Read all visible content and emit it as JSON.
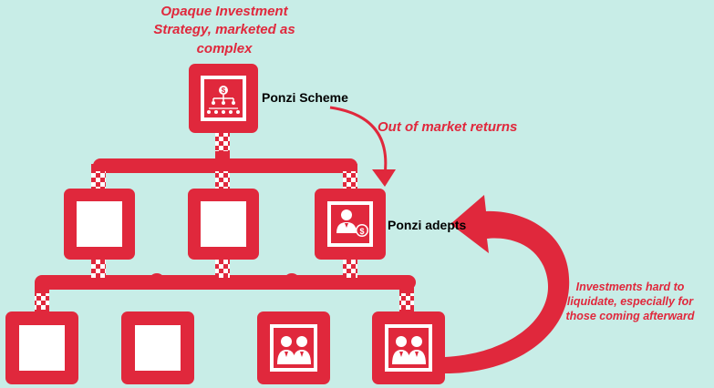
{
  "annotations": {
    "top_note": [
      "Opaque Investment",
      "Strategy, marketed as",
      "complex"
    ],
    "returns_note": "Out of market returns",
    "investments_note": [
      "Investments hard to",
      "liquidate, especially for",
      "those coming afterward"
    ]
  },
  "labels": {
    "ponzi_scheme": "Ponzi Scheme",
    "ponzi_adepts": "Ponzi adepts"
  },
  "icons": {
    "top_box": "pyramid-hierarchy-dollar-icon",
    "adept_box": "person-dollar-icon",
    "bottom_third_box": "two-people-icon",
    "bottom_fourth_box": "two-people-icon"
  },
  "colors": {
    "background": "#c8ede7",
    "accent_red": "#e0283c",
    "text_dark": "#000000"
  }
}
